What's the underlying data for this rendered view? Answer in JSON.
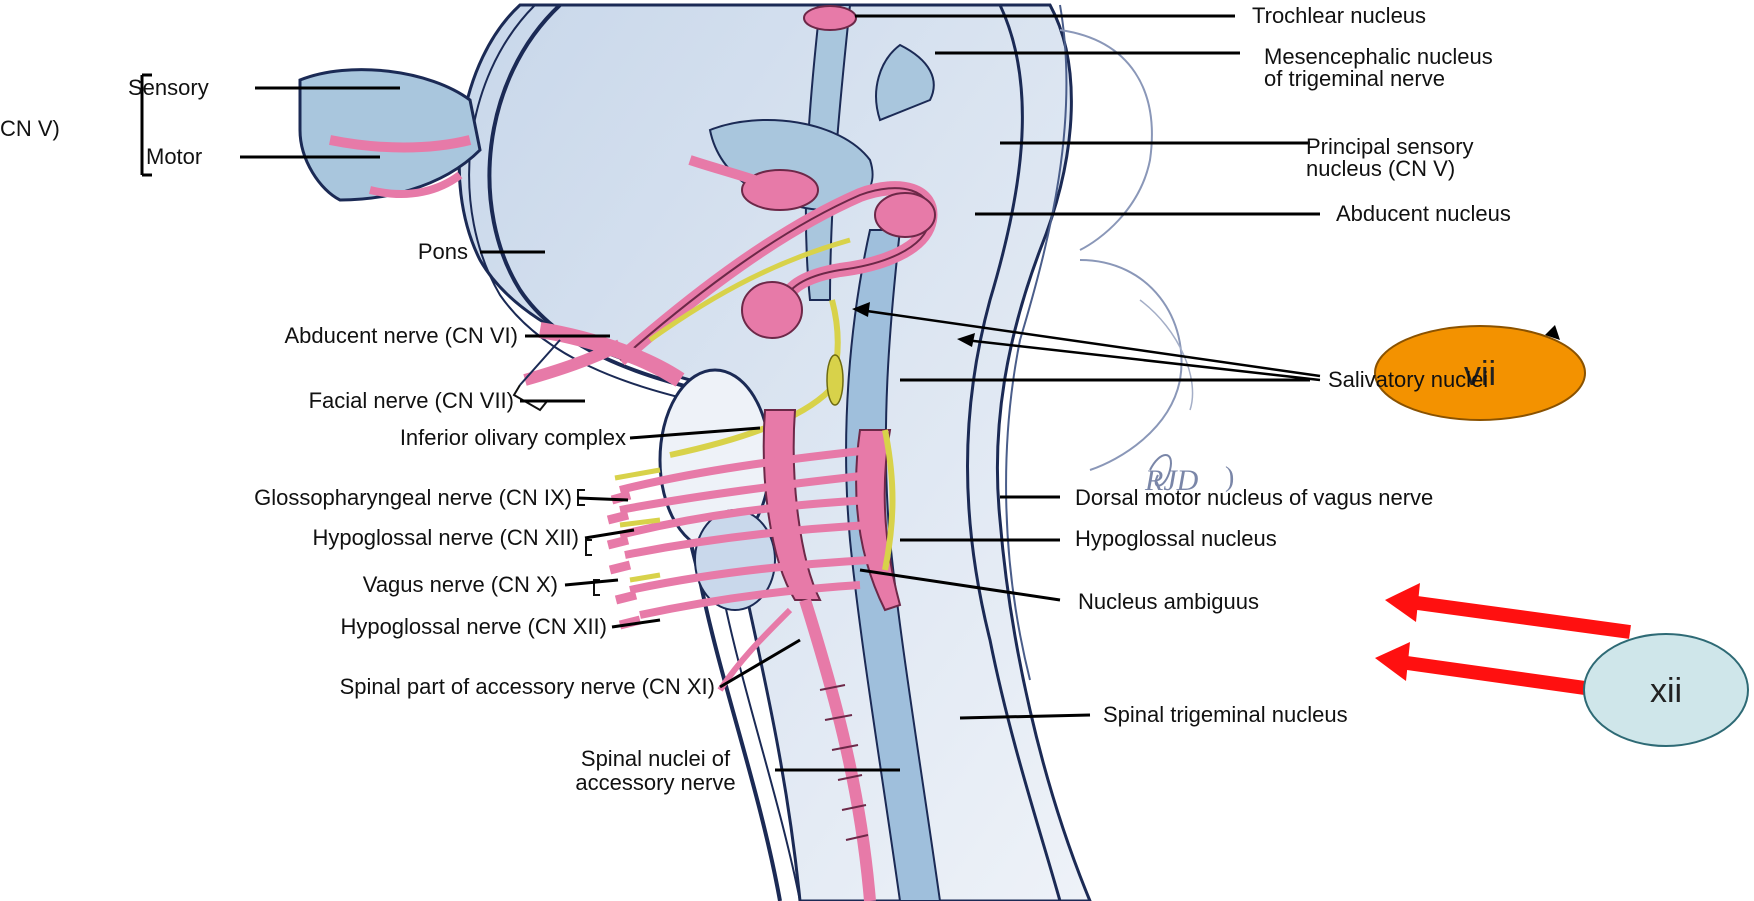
{
  "group": {
    "name": "CN V)",
    "items": [
      "Sensory",
      "Motor"
    ]
  },
  "labels_left": [
    "Pons",
    "Abducent nerve (CN VI)",
    "Facial nerve (CN VII)",
    "Inferior olivary complex",
    "Glossopharyngeal nerve (CN IX)",
    "Hypoglossal nerve (CN XII)",
    "Vagus nerve (CN X)",
    "Hypoglossal nerve (CN XII)",
    "Spinal part of accessory nerve (CN XI)",
    "Spinal nuclei of",
    "accessory nerve"
  ],
  "labels_right": [
    "Trochlear nucleus",
    "Mesencephalic nucleus",
    "of trigeminal nerve",
    "Principal sensory",
    "nucleus (CN V)",
    "Abducent nucleus",
    "Salivatory nuclei",
    "Dorsal motor nucleus of vagus nerve",
    "Hypoglossal nucleus",
    "Nucleus ambiguus",
    "Spinal trigeminal nucleus"
  ],
  "bubbles": [
    {
      "text": "vii",
      "color": "#f39200"
    },
    {
      "text": "xii",
      "color": "#cfe6ea"
    }
  ],
  "signature": "RJD",
  "colors": {
    "nerve_blue": "#a9c6dd",
    "nerve_dark": "#2a3f7a",
    "nucleus_pink": "#e77aa8",
    "yellow_fiber": "#d8d24a",
    "arrow_red": "#ff1010"
  }
}
